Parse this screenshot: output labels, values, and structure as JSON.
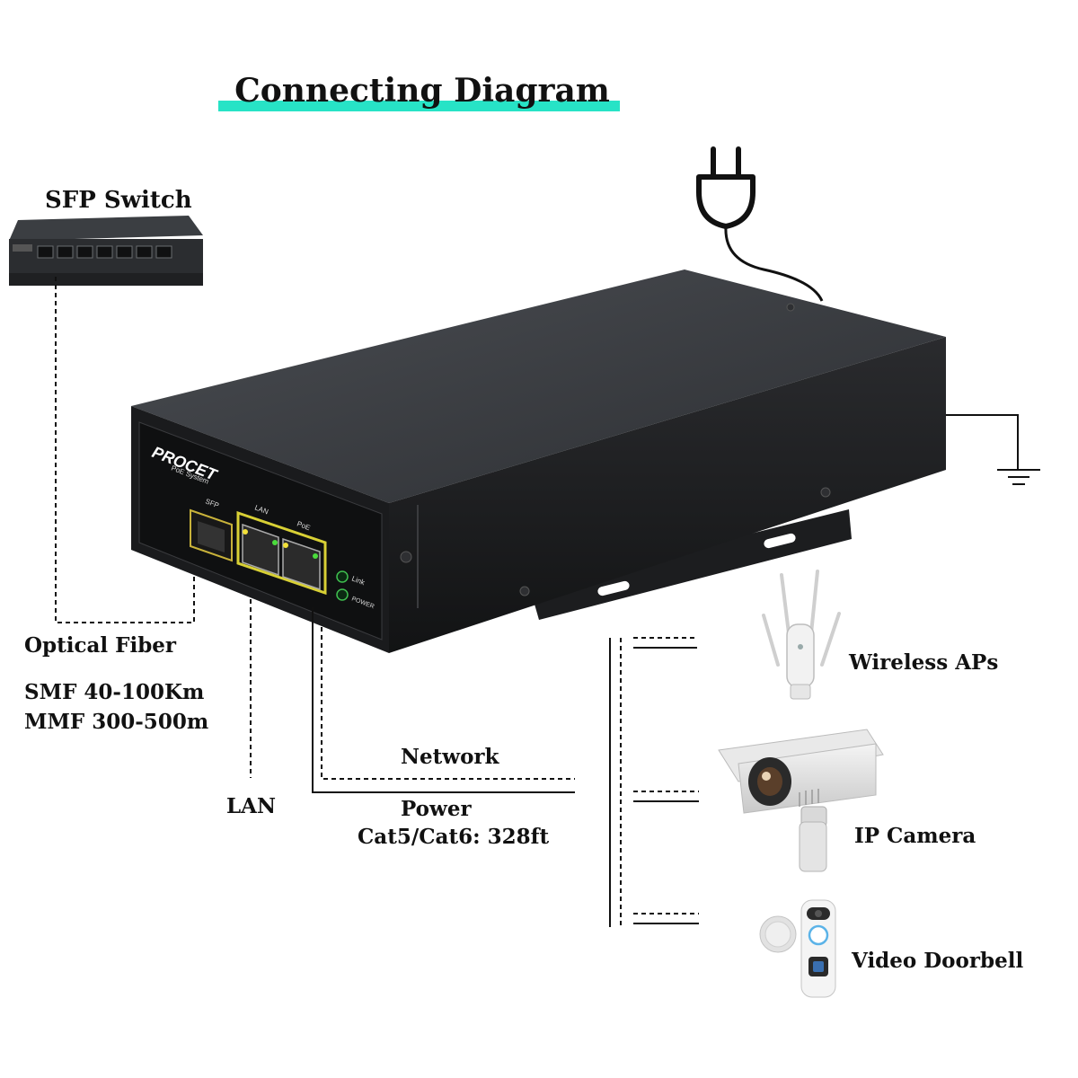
{
  "title": "Connecting Diagram",
  "accent_color": "#27e3c6",
  "labels": {
    "sfp_switch": "SFP Switch",
    "optical_fiber": "Optical Fiber",
    "smf": "SMF 40-100Km",
    "mmf": "MMF 300-500m",
    "lan": "LAN",
    "network": "Network",
    "power": "Power",
    "cable": "Cat5/Cat6: 328ft",
    "wireless_aps": "Wireless APs",
    "ip_camera": "IP Camera",
    "video_doorbell": "Video Doorbell"
  },
  "device": {
    "brand": "PROCET",
    "subtitle": "PoE System",
    "port_sfp": "SFP",
    "port_lan": "LAN",
    "port_poe": "PoE",
    "led_link": "Link",
    "led_power": "POWER"
  },
  "icons": [
    "power-plug-icon",
    "ground-symbol-icon"
  ]
}
